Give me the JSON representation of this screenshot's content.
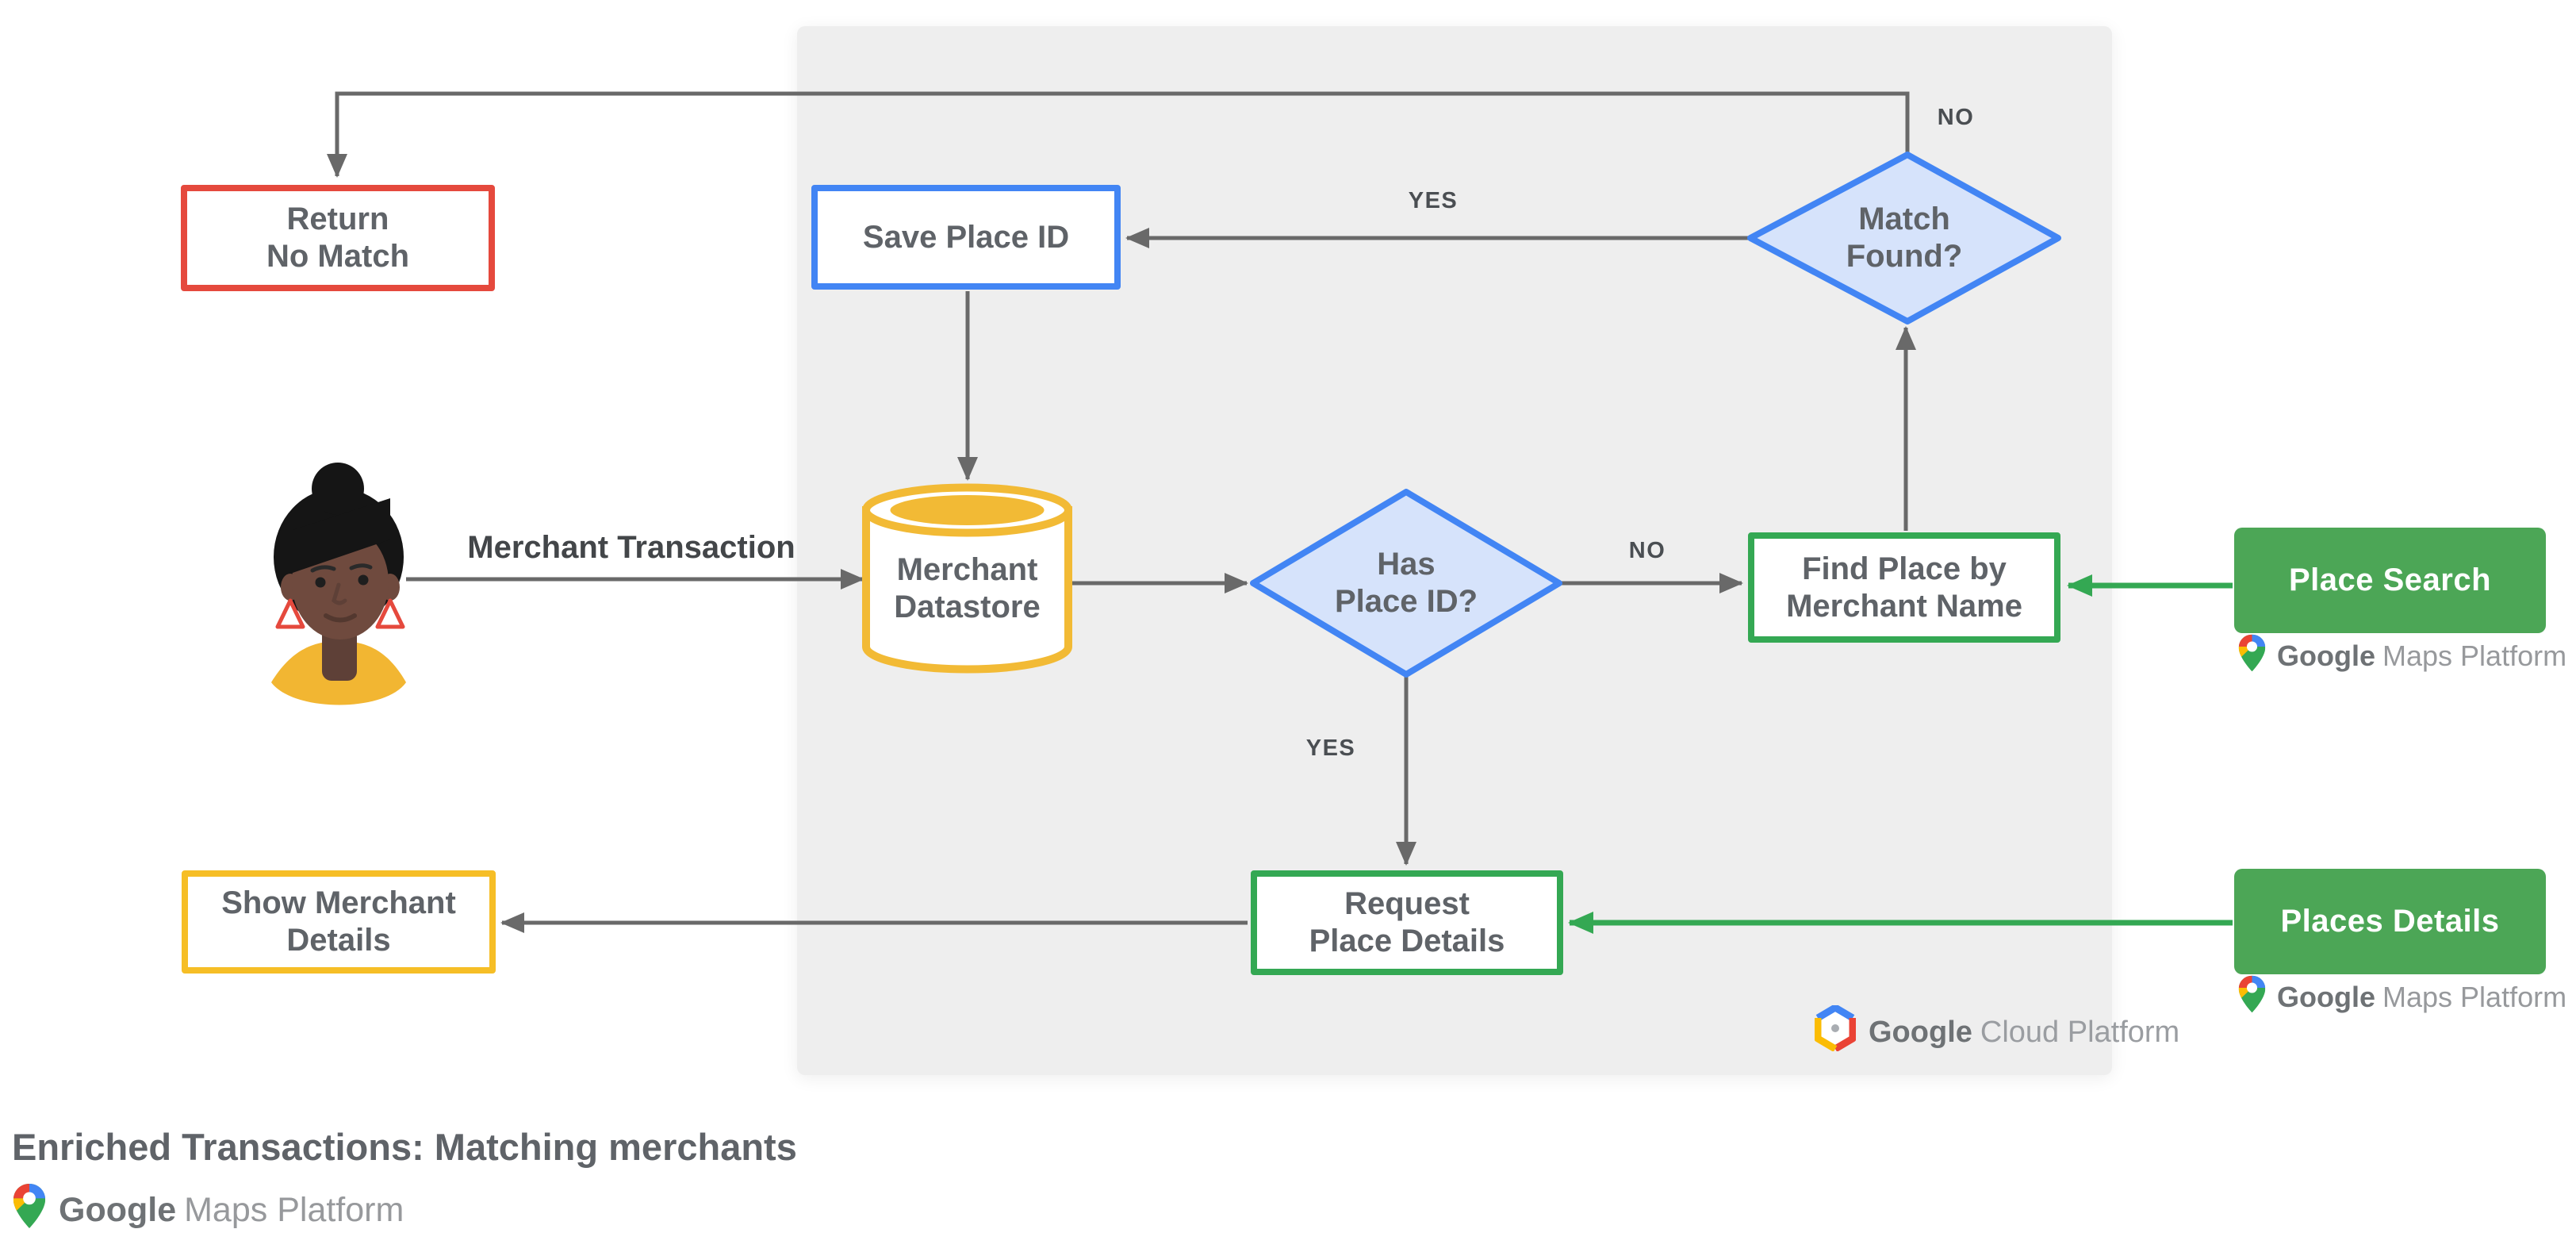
{
  "title": "Enriched Transactions: Matching merchants",
  "nodes": {
    "return_no_match": {
      "line1": "Return",
      "line2": "No Match"
    },
    "save_place_id": {
      "label": "Save Place ID"
    },
    "match_found": {
      "line1": "Match",
      "line2": "Found?"
    },
    "merchant_datastore": {
      "line1": "Merchant",
      "line2": "Datastore"
    },
    "has_place_id": {
      "line1": "Has",
      "line2": "Place ID?"
    },
    "find_place_by_merchant_name": {
      "line1": "Find Place by",
      "line2": "Merchant Name"
    },
    "place_search": {
      "label": "Place Search"
    },
    "request_place_details": {
      "line1": "Request",
      "line2": "Place Details"
    },
    "places_details": {
      "label": "Places Details"
    },
    "show_merchant_details": {
      "line1": "Show Merchant",
      "line2": "Details"
    }
  },
  "edge_labels": {
    "merchant_transaction": "Merchant Transaction",
    "match_found_yes": "YES",
    "match_found_no": "NO",
    "has_place_id_no": "NO",
    "has_place_id_yes": "YES"
  },
  "brands": {
    "gcp": {
      "google": "Google",
      "product": "Cloud Platform"
    },
    "gmp": {
      "google": "Google",
      "product": "Maps Platform"
    }
  },
  "colors": {
    "panel_background": "#EEEEEE",
    "red_border": "#E5493D",
    "blue_border": "#4285F4",
    "diamond_fill": "#D6E3FB",
    "yellow": "#F6BE26",
    "green_border": "#34A853",
    "green_fill": "#4CA656",
    "connector_gray": "#696969",
    "text_gray": "#5F6368"
  }
}
